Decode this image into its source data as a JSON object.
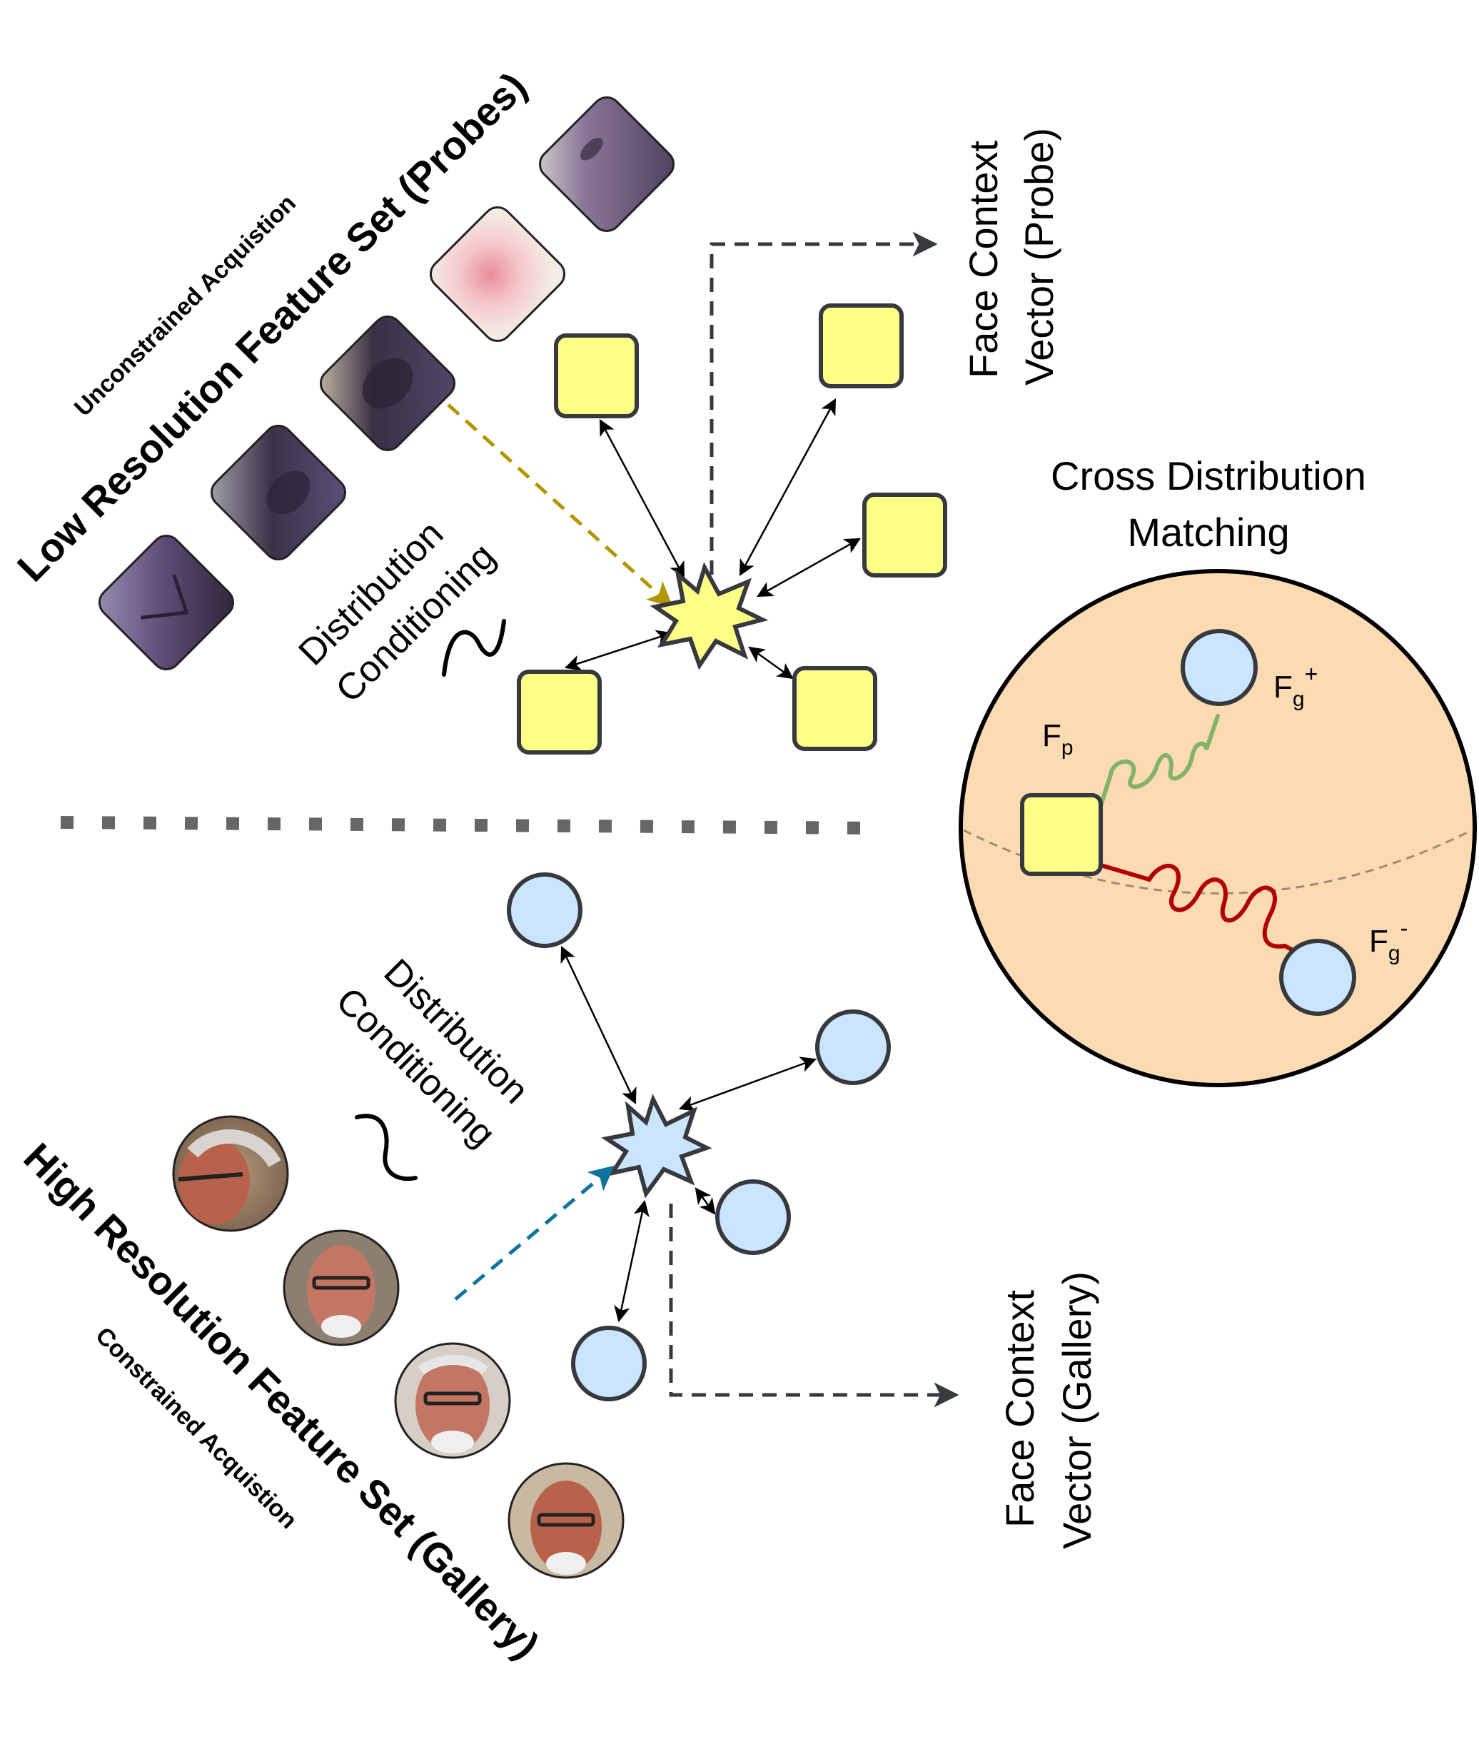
{
  "probe": {
    "title": "Low Resolution Feature Set (Probes)",
    "subtitle": "Unconstrained Acquistion",
    "conditioning": [
      "Distribution",
      "Conditioning"
    ],
    "context_vector": [
      "Face Context",
      "Vector (Probe)"
    ]
  },
  "gallery": {
    "title": "High Resolution Feature Set (Gallery)",
    "subtitle": "Constrained Acquistion",
    "conditioning": [
      "Distribution",
      "Conditioning"
    ],
    "context_vector": [
      "Face Context",
      "Vector (Gallery)"
    ]
  },
  "matching": {
    "title": [
      "Cross Distribution",
      "Matching"
    ],
    "fp": "F",
    "fp_sub": "p",
    "fg_pos": "F",
    "fg_pos_sub": "g",
    "fg_pos_sup": "+",
    "fg_neg": "F",
    "fg_neg_sub": "g",
    "fg_neg_sup": "-"
  },
  "colors": {
    "probe_square": "#ffff88",
    "gallery_circle": "#cce5ff",
    "sphere": "#fcdbb3",
    "positive_spring": "#82b366",
    "negative_spring": "#b20000",
    "probe_arrow": "#b39500",
    "gallery_arrow": "#10739e",
    "outline": "#36393d"
  },
  "icons": {
    "probe_center": "star-burst-icon",
    "gallery_center": "star-burst-icon",
    "conditioning": "tilde-icon"
  }
}
